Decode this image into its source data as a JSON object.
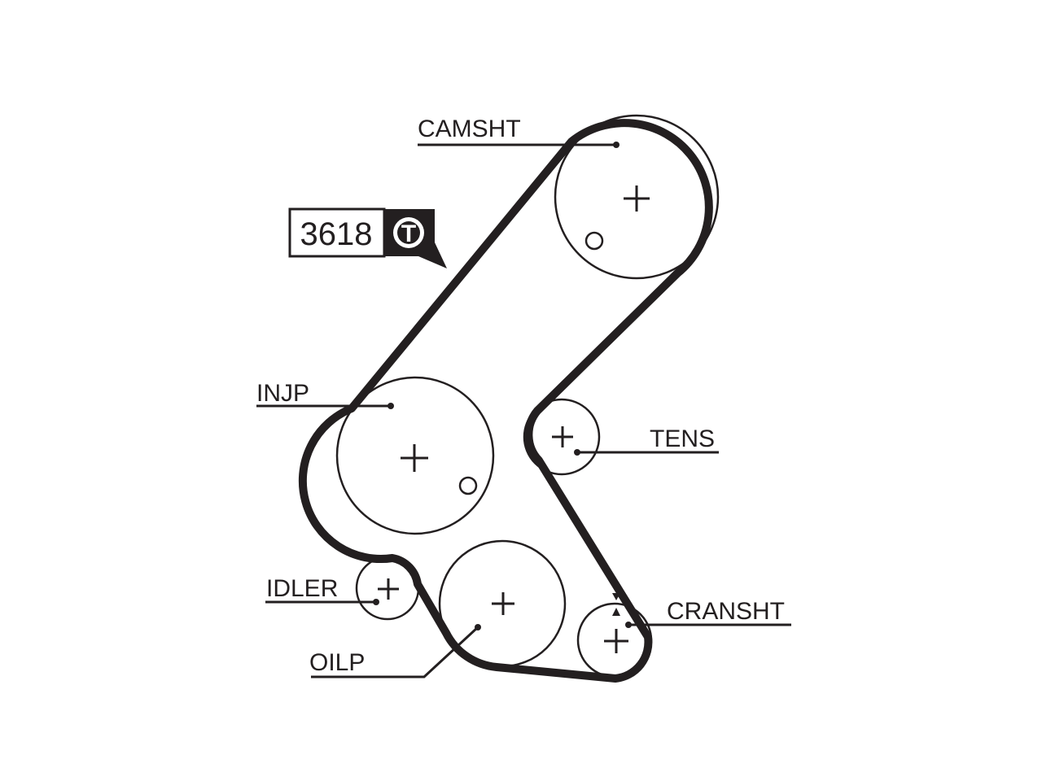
{
  "diagram": {
    "part_number": "3618",
    "badge_letter": "T",
    "colors": {
      "ink": "#231f20",
      "background": "#ffffff"
    },
    "components": {
      "camshaft": {
        "label": "CAMSHT"
      },
      "injection_pump": {
        "label": "INJP"
      },
      "tensioner": {
        "label": "TENS"
      },
      "idler": {
        "label": "IDLER"
      },
      "oil_pump": {
        "label": "OILP"
      },
      "crankshaft": {
        "label": "CRANSHT"
      }
    }
  }
}
